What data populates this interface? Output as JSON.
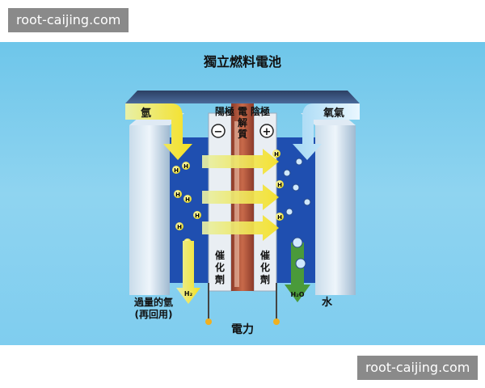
{
  "watermark": {
    "text": "root-caijing.com"
  },
  "diagram": {
    "title": "獨立燃料電池",
    "hydrogen_label": "氫",
    "oxygen_label": "氧氣",
    "anode_label": "陽極",
    "cathode_label": "陰極",
    "electrolyte_label_1": "電",
    "electrolyte_label_2": "解",
    "electrolyte_label_3": "質",
    "minus_sign": "−",
    "plus_sign": "+",
    "catalyst_left_1": "催",
    "catalyst_left_2": "化",
    "catalyst_left_3": "劑",
    "catalyst_right_1": "催",
    "catalyst_right_2": "化",
    "catalyst_right_3": "劑",
    "excess_h2_line1": "過量的氫",
    "excess_h2_line2": "(再回用)",
    "h2_symbol": "H₂",
    "h2o_symbol": "H₂O",
    "water_label": "水",
    "electricity_label": "電力",
    "h_particle": "H",
    "colors": {
      "background": "#7fcdef",
      "hydrogen_arrow": "#f4ef3a",
      "oxygen_arrow": "#bfe6f8",
      "water_arrow": "#4a9a3a",
      "electrode": "#1f4fb0",
      "electrolyte": "#b0523a",
      "proton_arrow": "#f7e23a"
    }
  }
}
